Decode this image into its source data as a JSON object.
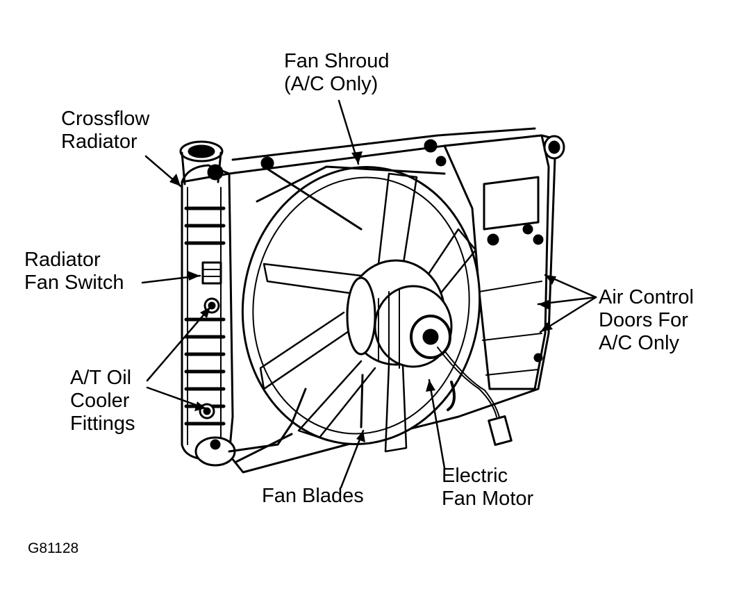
{
  "labels": {
    "fan_shroud": [
      "Fan Shroud",
      "(A/C Only)"
    ],
    "crossflow_radiator": [
      "Crossflow",
      "Radiator"
    ],
    "radiator_fan_switch": [
      "Radiator",
      "Fan Switch"
    ],
    "at_oil_cooler": [
      "A/T Oil",
      "Cooler",
      "Fittings"
    ],
    "air_control_doors": [
      "Air Control",
      "Doors For",
      "A/C Only"
    ],
    "fan_blades": [
      "Fan Blades"
    ],
    "electric_fan_motor": [
      "Electric",
      "Fan Motor"
    ]
  },
  "figure_code": "G81128",
  "colors": {
    "ink": "#000000",
    "paper": "#ffffff"
  }
}
